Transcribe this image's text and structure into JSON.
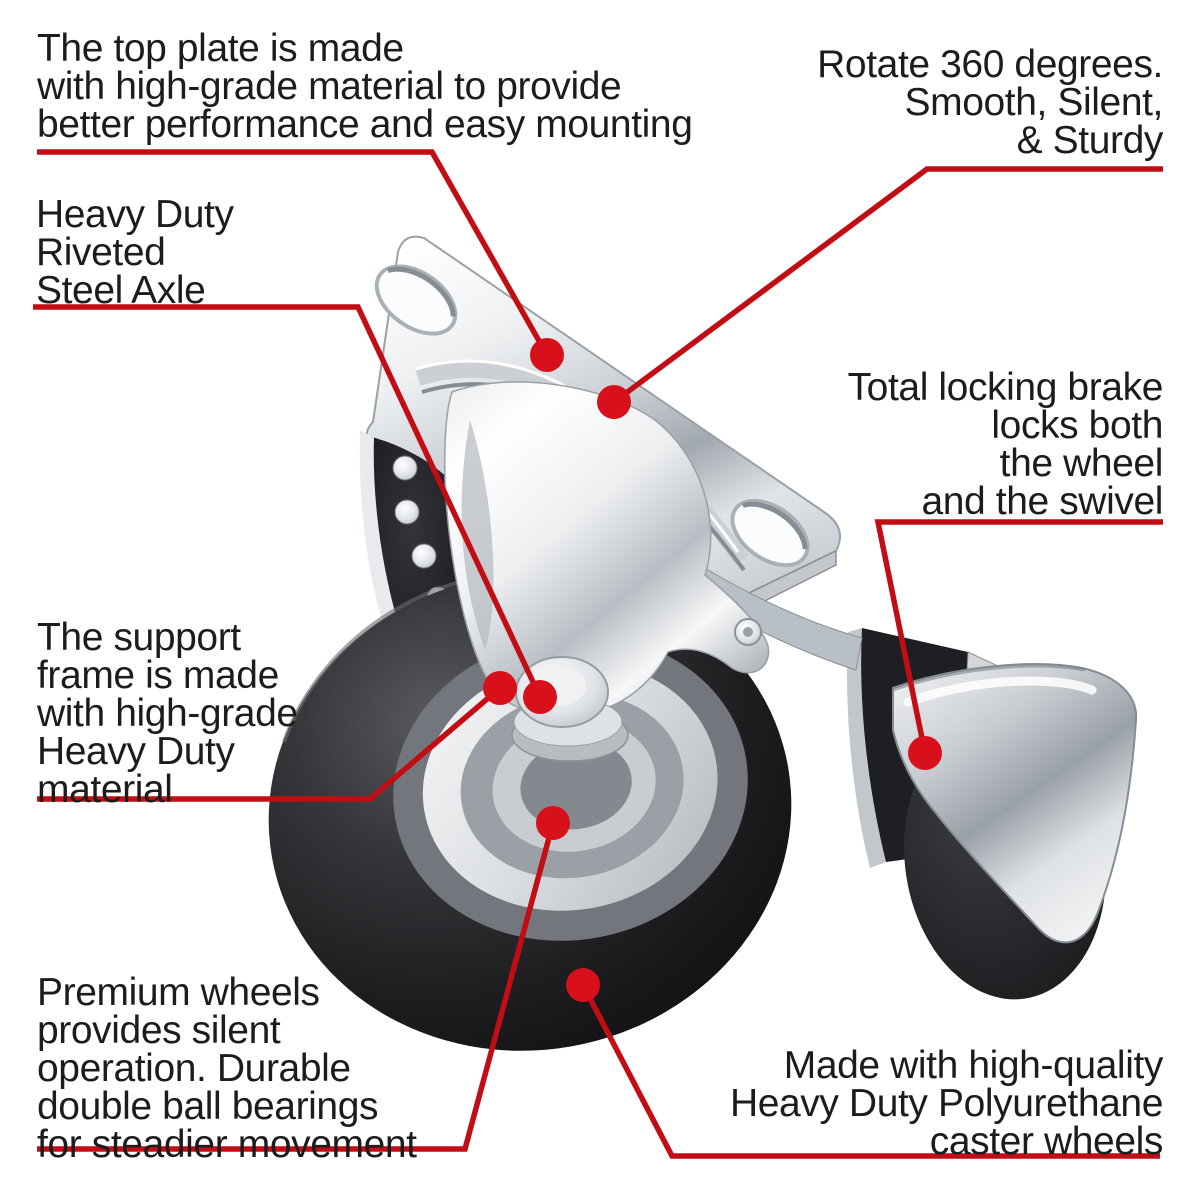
{
  "figure": {
    "type": "product-feature-callout-diagram",
    "subject": "Swivel plate caster wheel with total lock brake"
  },
  "colors": {
    "accent_red": "#c20d15",
    "dot_red": "#d8101c",
    "text": "#1c1c1c",
    "background": "#ffffff",
    "wheel_black": "#131316",
    "chrome_gray": "#c9ced3"
  },
  "callouts": {
    "top_plate": {
      "text": "The top plate is made\nwith high-grade material to provide\nbetter performance and easy mounting"
    },
    "rotate": {
      "text": "Rotate 360 degrees.\nSmooth, Silent,\n& Sturdy"
    },
    "axle": {
      "text": "Heavy Duty\nRiveted\nSteel Axle"
    },
    "brake": {
      "text": "Total locking brake\nlocks both\nthe wheel\nand the swivel"
    },
    "support_frame": {
      "text": "The support\nframe is made\nwith high-grade\nHeavy Duty\nmaterial"
    },
    "premium_wheels": {
      "text": "Premium wheels\nprovides silent\noperation. Durable\ndouble ball bearings\nfor steadier movement"
    },
    "wheel_material": {
      "text": "Made with high-quality\nHeavy Duty Polyurethane\ncaster wheels"
    }
  }
}
